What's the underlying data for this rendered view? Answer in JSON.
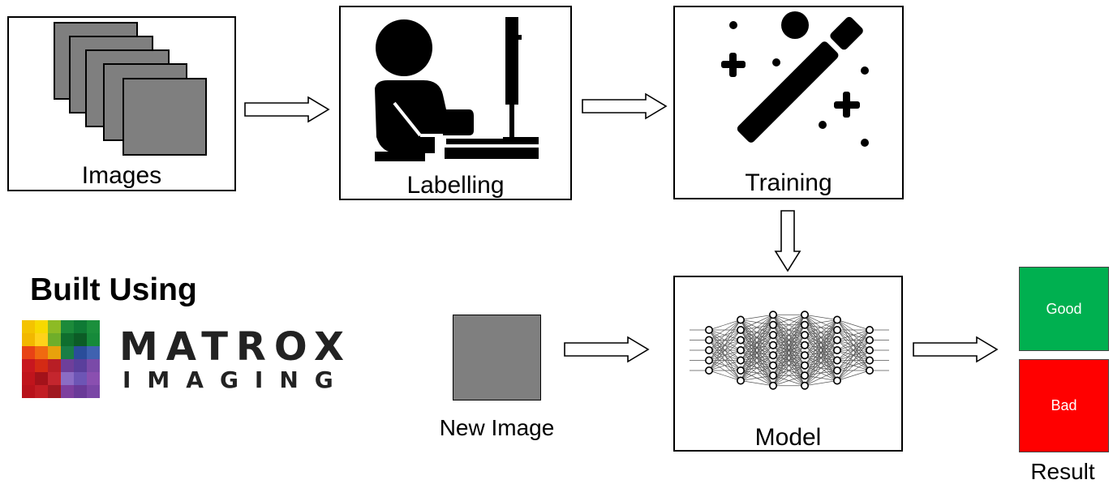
{
  "stages": {
    "images": {
      "label": "Images"
    },
    "labelling": {
      "label": "Labelling"
    },
    "training": {
      "label": "Training"
    },
    "model": {
      "label": "Model"
    },
    "new_image": {
      "label": "New Image"
    }
  },
  "results": {
    "good": {
      "label": "Good",
      "color": "#00b050"
    },
    "bad": {
      "label": "Bad",
      "color": "#ff0000"
    },
    "caption": "Result"
  },
  "brand": {
    "built_using": "Built Using",
    "logo_line1": "MATROX",
    "logo_line2": "IMAGING"
  },
  "icons": {
    "images": "image-stack-icon",
    "labelling": "person-at-computer-icon",
    "training": "magic-wand-icon",
    "model": "neural-network-icon"
  },
  "colors": {
    "image_gray": "#7f7f7f"
  }
}
